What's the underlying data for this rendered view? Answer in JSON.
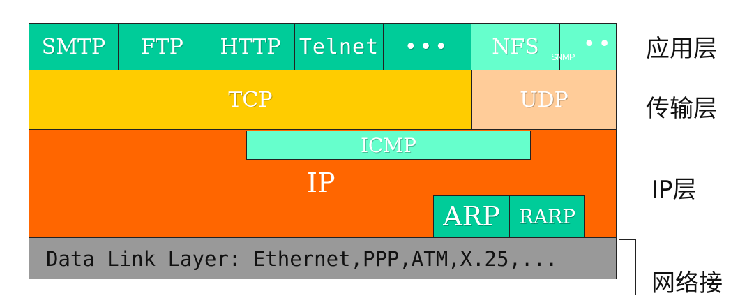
{
  "application_layer": {
    "protocols": [
      "SMTP",
      "FTP",
      "HTTP",
      "Telnet",
      "•••",
      "NFS"
    ],
    "snmp": "SNMP",
    "more": "•••"
  },
  "transport_layer": {
    "tcp": "TCP",
    "udp": "UDP"
  },
  "ip_layer": {
    "icmp": "ICMP",
    "ip": "IP",
    "arp": "ARP",
    "rarp": "RARP"
  },
  "data_link": {
    "text": "Data Link Layer: Ethernet,PPP,ATM,X.25,..."
  },
  "layer_labels": {
    "application": "应用层",
    "transport": "传输层",
    "ip": "IP层",
    "network_interface": "网络接"
  },
  "colors": {
    "application": "#00cc99",
    "nfs": "#66ffcc",
    "tcp": "#ffcc00",
    "udp": "#ffcc99",
    "ip": "#ff6600",
    "icmp": "#66ffcc",
    "data_link": "#999999"
  }
}
